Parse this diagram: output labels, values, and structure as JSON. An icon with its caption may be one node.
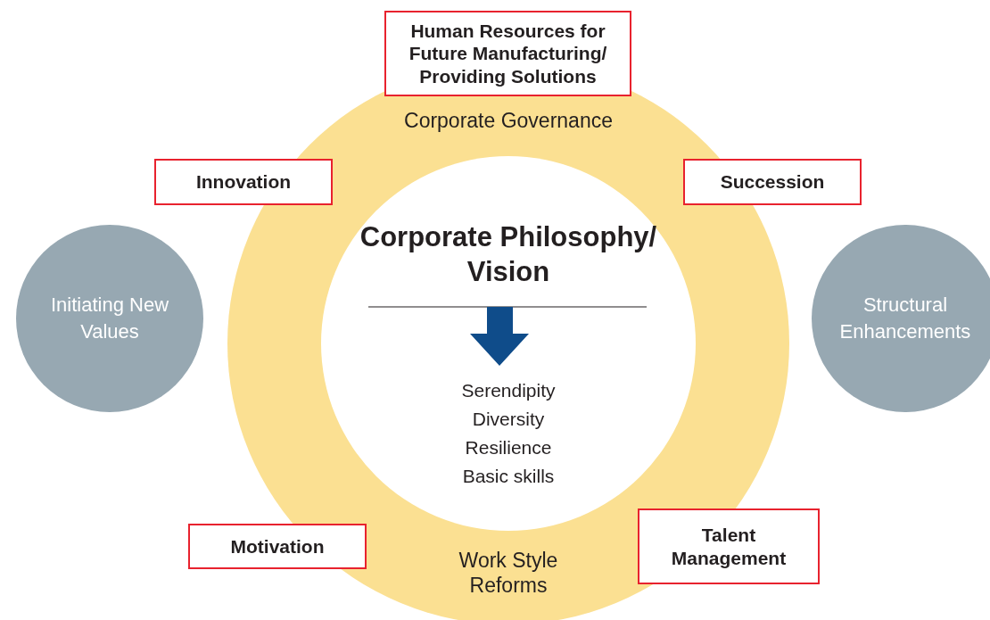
{
  "diagram": {
    "nodes": [
      {
        "text": [
          "Corporate Governance",
          "Work Style Reforms"
        ]
      },
      {
        "text": [
          "Corporate Philosophy/ Vision",
          "Serendipity",
          "Diversity",
          "Resilience",
          "Basic skills"
        ],
        "in": 0
      },
      {
        "text": [
          "Human Resources for Future Manufacturing/ Providing Solutions"
        ]
      },
      {
        "text": [
          "Innovation"
        ]
      },
      {
        "text": [
          "Succession"
        ]
      },
      {
        "text": [
          "Motivation"
        ]
      },
      {
        "text": [
          "Talent Management"
        ]
      },
      {
        "text": [
          "Initiating New Values"
        ]
      },
      {
        "text": [
          "Structural Enhancements"
        ]
      }
    ]
  }
}
